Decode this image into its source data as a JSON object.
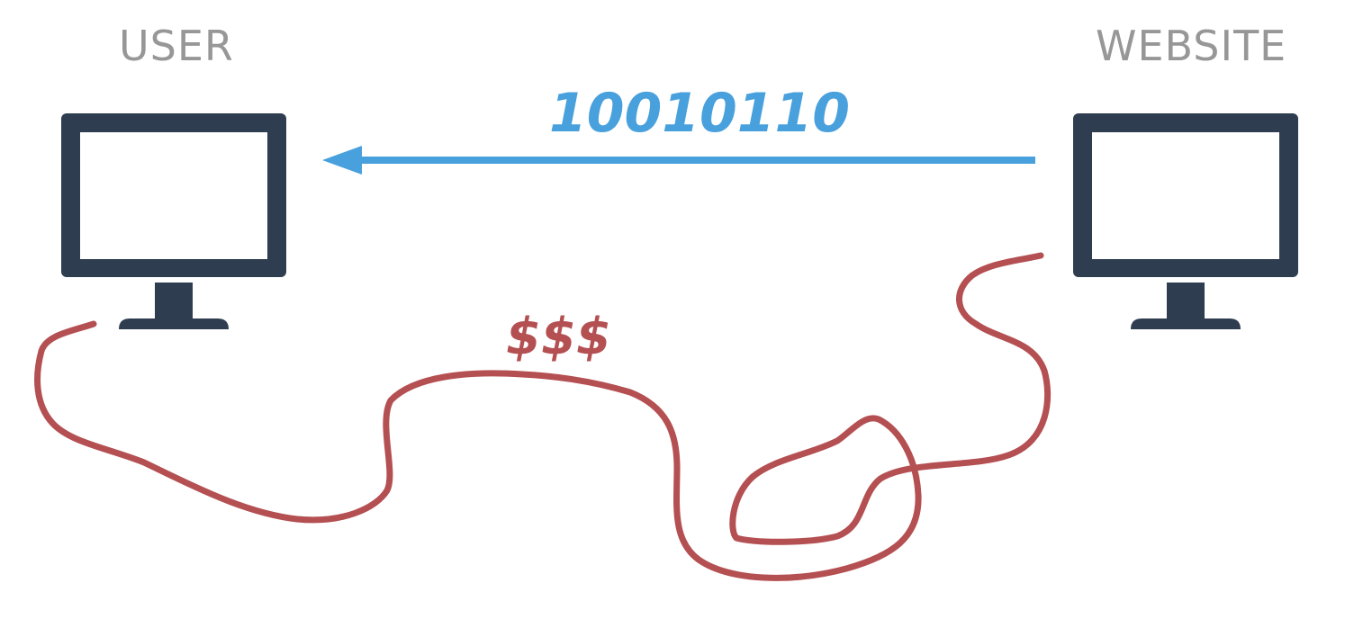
{
  "labels": {
    "user": "USER",
    "website": "WEBSITE"
  },
  "arrow": {
    "data": "10010110"
  },
  "wire": {
    "money": "$$$"
  },
  "colors": {
    "label_gray": "#979797",
    "monitor_dark": "#2e3d4f",
    "arrow_blue": "#48a0dc",
    "wire_red": "#b44f52"
  },
  "icons": {
    "user_monitor": "monitor-icon",
    "website_monitor": "monitor-icon"
  }
}
